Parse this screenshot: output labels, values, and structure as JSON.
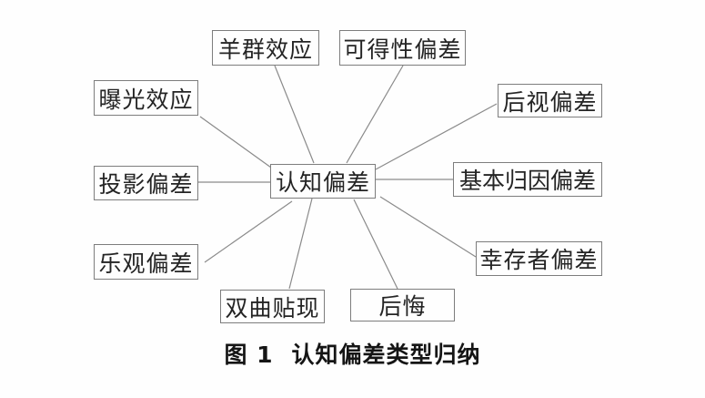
{
  "diagram": {
    "center": {
      "label": "认知偏差"
    },
    "nodes": {
      "herd": {
        "label": "羊群效应"
      },
      "availability": {
        "label": "可得性偏差"
      },
      "exposure": {
        "label": "曝光效应"
      },
      "hindsight": {
        "label": "后视偏差"
      },
      "projection": {
        "label": "投影偏差"
      },
      "attribution": {
        "label": "基本归因偏差"
      },
      "optimism": {
        "label": "乐观偏差"
      },
      "survivorship": {
        "label": "幸存者偏差"
      },
      "hyperbolic": {
        "label": "双曲贴现"
      },
      "regret": {
        "label": "后悔"
      }
    },
    "caption": {
      "number": "图 1",
      "title": "认知偏差类型归纳"
    },
    "colors": {
      "box_border": "#7d7d7d",
      "connector_line": "#8a8a8a",
      "text": "#242424",
      "background": "#fefefe"
    }
  }
}
